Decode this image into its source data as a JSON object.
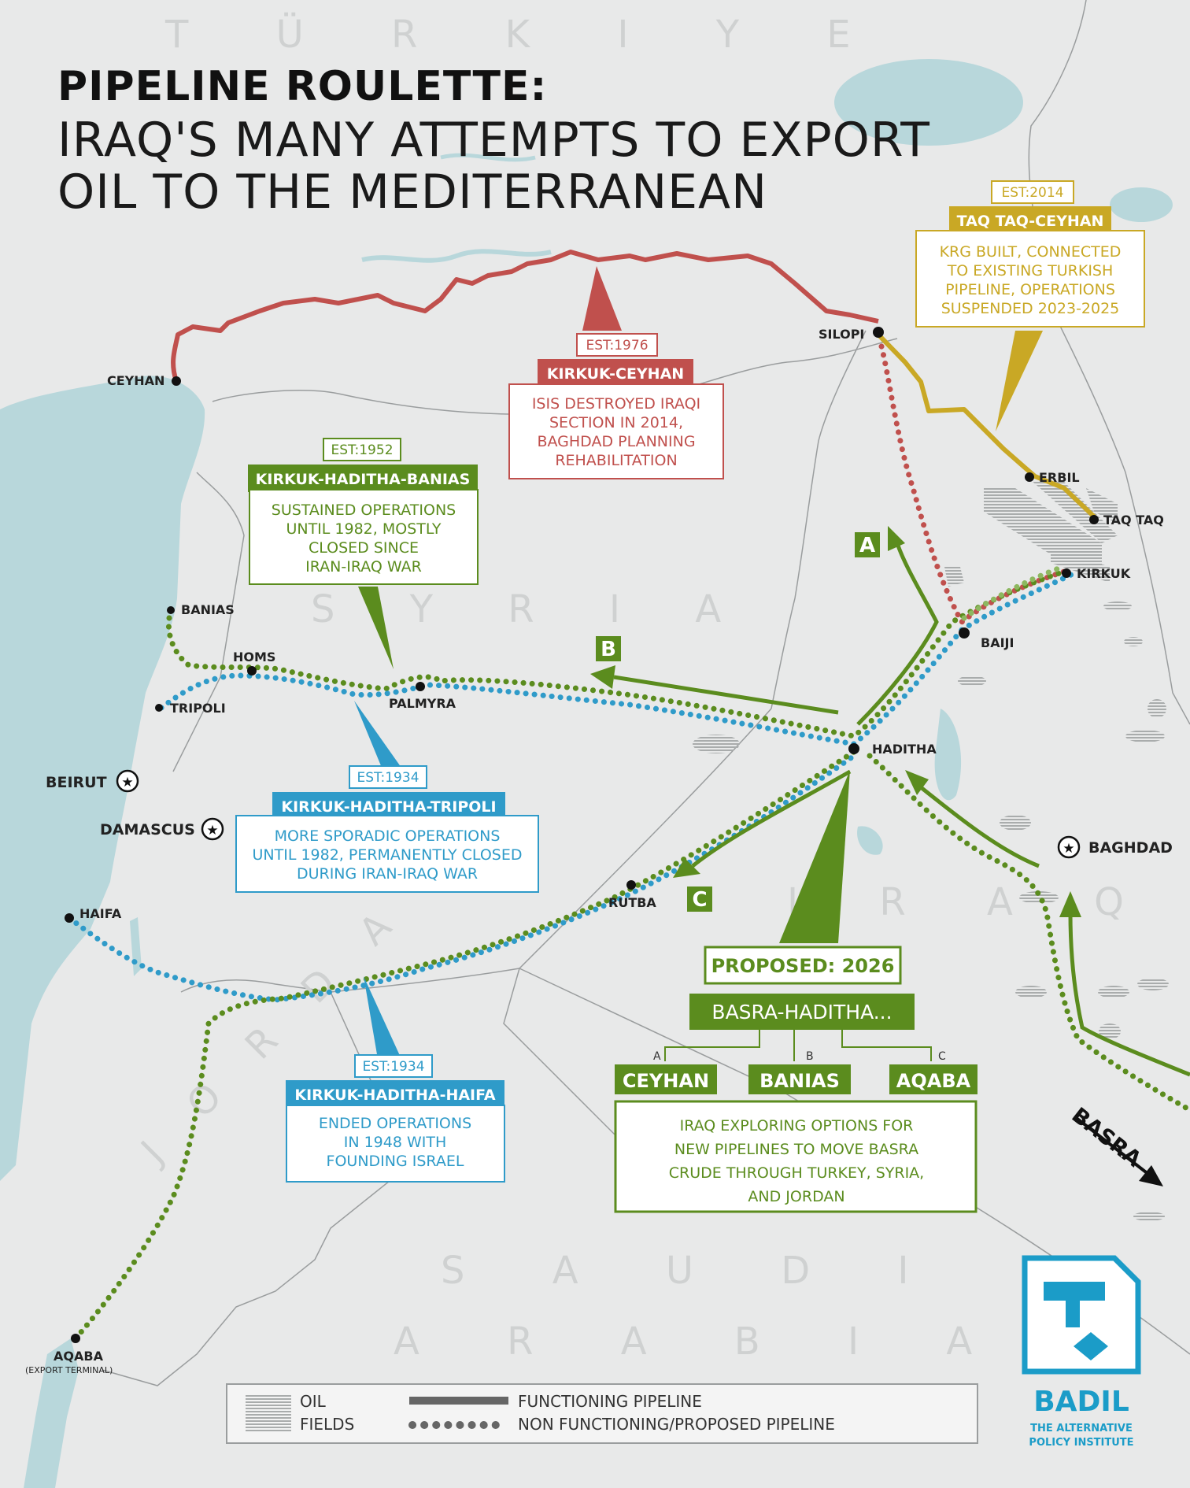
{
  "title": {
    "line1": "PIPELINE ROULETTE:",
    "line2": "IRAQ'S MANY ATTEMPTS TO EXPORT",
    "line3": "OIL TO THE MEDITERRANEAN"
  },
  "countries": {
    "turkiye": "T Ü R K I Y E",
    "syria": "S Y R I A",
    "iraq": "I R A Q",
    "jordan": "J O R D A N",
    "saudi1": "S A U D I",
    "saudi2": "A R A B I A"
  },
  "cities": {
    "ceyhan": "CEYHAN",
    "silopi": "SILOPI",
    "erbil": "ERBIL",
    "taqtaq": "TAQ TAQ",
    "kirkuk": "KIRKUK",
    "baiji": "BAIJI",
    "haditha": "HADITHA",
    "baghdad": "BAGHDAD",
    "rutba": "RUTBA",
    "banias": "BANIAS",
    "homs": "HOMS",
    "palmyra": "PALMYRA",
    "tripoli": "TRIPOLI",
    "beirut": "BEIRUT",
    "damascus": "DAMASCUS",
    "haifa": "HAIFA",
    "aqaba": "AQABA",
    "aqaba_note": "(EXPORT TERMINAL)"
  },
  "pipelines": {
    "kirkuk_ceyhan": {
      "est": "EST:1976",
      "name": "KIRKUK-CEYHAN",
      "desc": [
        "ISIS DESTROYED IRAQI",
        "SECTION IN 2014,",
        "BAGHDAD PLANNING",
        "REHABILITATION"
      ],
      "color": "#c0504d"
    },
    "taqtaq_ceyhan": {
      "est": "EST:2014",
      "name": "TAQ TAQ-CEYHAN",
      "desc": [
        "KRG BUILT, CONNECTED",
        "TO EXISTING TURKISH",
        "PIPELINE, OPERATIONS",
        "SUSPENDED 2023-2025"
      ],
      "color": "#c9a825"
    },
    "banias": {
      "est": "EST:1952",
      "name": "KIRKUK-HADITHA-BANIAS",
      "desc": [
        "SUSTAINED OPERATIONS",
        "UNTIL 1982, MOSTLY",
        "CLOSED SINCE",
        "IRAN-IRAQ WAR"
      ],
      "color": "#5b8c1e"
    },
    "tripoli": {
      "est": "EST:1934",
      "name": "KIRKUK-HADITHA-TRIPOLI",
      "desc": [
        "MORE SPORADIC OPERATIONS",
        "UNTIL 1982, PERMANENTLY CLOSED",
        "DURING IRAN-IRAQ WAR"
      ],
      "color": "#2f9bc9"
    },
    "haifa": {
      "est": "EST:1934",
      "name": "KIRKUK-HADITHA-HAIFA",
      "desc": [
        "ENDED OPERATIONS",
        "IN 1948 WITH",
        "FOUNDING ISRAEL"
      ],
      "color": "#2f9bc9"
    }
  },
  "proposed": {
    "label": "PROPOSED: 2026",
    "name": "BASRA-HADITHA...",
    "options": [
      {
        "letter": "A",
        "dest": "CEYHAN"
      },
      {
        "letter": "B",
        "dest": "BANIAS"
      },
      {
        "letter": "C",
        "dest": "AQABA"
      }
    ],
    "desc": [
      "IRAQ EXPLORING OPTIONS FOR",
      "NEW PIPELINES TO MOVE BASRA",
      "CRUDE THROUGH TURKEY, SYRIA,",
      "AND JORDAN"
    ],
    "color": "#5b8c1e"
  },
  "route_markers": [
    "A",
    "B",
    "C"
  ],
  "basra_arrow": "BASRA",
  "legend": {
    "oil_fields": [
      "OIL",
      "FIELDS"
    ],
    "functioning": "FUNCTIONING PIPELINE",
    "non_functioning": "NON FUNCTIONING/PROPOSED PIPELINE"
  },
  "logo": {
    "name": "BADIL",
    "sub1": "THE ALTERNATIVE",
    "sub2": "POLICY INSTITUTE",
    "color": "#1b9cc8"
  }
}
